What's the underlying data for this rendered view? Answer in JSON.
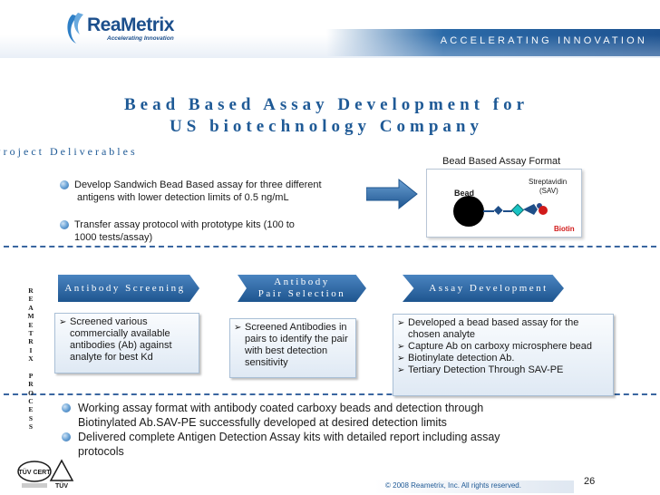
{
  "header": {
    "logo_text": "ReaMetrix",
    "logo_sub": "Accelerating Innovation",
    "tagline": "ACCELERATING INNOVATION"
  },
  "title": {
    "line1": "Bead Based Assay Development for",
    "line2": "US biotechnology Company"
  },
  "deliverables": {
    "label": "Project Deliverables",
    "items": [
      {
        "line1": "Develop Sandwich Bead Based assay for three different",
        "line2": "antigens with lower detection limits of 0.5 ng/mL"
      },
      {
        "line1": "Transfer assay protocol with prototype kits (100 to",
        "line2": "1000 tests/assay)"
      }
    ]
  },
  "bead_format": {
    "label": "Bead Based Assay Format",
    "bead": "Bead",
    "streptavidin": "Streptavidin",
    "sav": "(SAV)",
    "biotin": "Biotin"
  },
  "side_text": [
    "R",
    "E",
    "A",
    "M",
    "E",
    "T",
    "R",
    "I",
    "X",
    "",
    "P",
    "R",
    "O",
    "C",
    "E",
    "S",
    "S"
  ],
  "stages": [
    {
      "label": "Antibody Screening",
      "items": [
        "Screened various commercially available antibodies (Ab) against analyte for best Kd"
      ]
    },
    {
      "label_line1": "Antibody",
      "label_line2": "Pair Selection",
      "items": [
        "Screened Antibodies in pairs to identify the pair with best detection sensitivity"
      ]
    },
    {
      "label": "Assay Development",
      "items": [
        "Developed a bead based assay for the chosen analyte",
        "Capture Ab on carboxy microsphere bead",
        "Biotinylate detection Ab.",
        "Tertiary Detection Through SAV-PE"
      ]
    }
  ],
  "summary": [
    {
      "line1": "Working assay format with antibody coated carboxy beads and  detection through",
      "line2": "Biotinylated Ab.SAV-PE successfully developed at desired detection limits"
    },
    {
      "line1": "Delivered complete Antigen Detection Assay kits with detailed report including assay",
      "line2": "protocols"
    }
  ],
  "certifications": {
    "tuv_cert": "TÜV CERT",
    "tuv": "TÜV"
  },
  "footer": {
    "copyright": "© 2008 Reametrix, Inc. All rights reserved.",
    "page": "26"
  },
  "colors": {
    "brand_blue": "#1f5a96",
    "bar_blue": "#2b6aa8",
    "arrow_blue": "#2e6aa8"
  }
}
